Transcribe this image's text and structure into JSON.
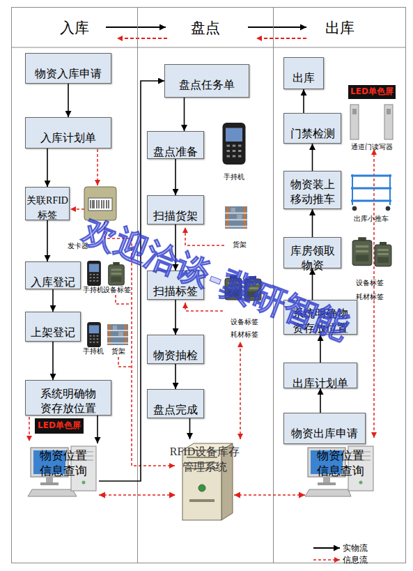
{
  "diagram": {
    "nodes": [
      {
        "text": [
          "入库"
        ]
      },
      {
        "text": [
          "盘点"
        ]
      },
      {
        "text": [
          "出库"
        ]
      },
      {
        "text": [
          "物资入库申请"
        ],
        "in": 0
      },
      {
        "text": [
          "入库计划单"
        ],
        "in": 0
      },
      {
        "text": [
          "关联RFID 标签"
        ],
        "in": 0
      },
      {
        "text": [
          "入库登记"
        ],
        "in": 0
      },
      {
        "text": [
          "上架登记"
        ],
        "in": 0
      },
      {
        "text": [
          "系统明确物 资存放位置"
        ],
        "in": 0
      },
      {
        "text": [
          "物资位置 信息查询"
        ],
        "in": 0
      },
      {
        "text": [
          "盘点任务单"
        ],
        "in": 1
      },
      {
        "text": [
          "盘点准备"
        ],
        "in": 1
      },
      {
        "text": [
          "扫描货架"
        ],
        "in": 1
      },
      {
        "text": [
          "扫描标签"
        ],
        "in": 1
      },
      {
        "text": [
          "物资抽检"
        ],
        "in": 1
      },
      {
        "text": [
          "盘点完成"
        ],
        "in": 1
      },
      {
        "text": [
          "RFID设备库存 管理系统"
        ],
        "in": 1
      },
      {
        "text": [
          "出库"
        ],
        "in": 2
      },
      {
        "text": [
          "门禁检测"
        ],
        "in": 2
      },
      {
        "text": [
          "物资装上 移动推车"
        ],
        "in": 2
      },
      {
        "text": [
          "库房领取 物资"
        ],
        "in": 2
      },
      {
        "text": [
          "系统明确物 资存放位置"
        ],
        "in": 2
      },
      {
        "text": [
          "出库计划单"
        ],
        "in": 2
      },
      {
        "text": [
          "物资出库申请"
        ],
        "in": 2
      },
      {
        "text": [
          "物资位置 信息查询"
        ],
        "in": 2
      }
    ],
    "edges": [
      {
        "from": 3,
        "to": 4,
        "arrow": "to"
      },
      {
        "from": 4,
        "to": 5,
        "arrow": "to"
      },
      {
        "from": 5,
        "to": 6,
        "arrow": "to"
      },
      {
        "from": 6,
        "to": 7,
        "arrow": "to"
      },
      {
        "from": 7,
        "to": 8,
        "arrow": "to"
      },
      {
        "from": 8,
        "to": 9,
        "arrow": "to"
      },
      {
        "from": 9,
        "to": 10,
        "arrow": "to"
      },
      {
        "from": 10,
        "to": 11,
        "arrow": "to"
      },
      {
        "from": 11,
        "to": 12,
        "arrow": "to"
      },
      {
        "from": 12,
        "to": 13,
        "arrow": "to"
      },
      {
        "from": 13,
        "to": 14,
        "arrow": "to"
      },
      {
        "from": 14,
        "to": 15,
        "arrow": "to"
      },
      {
        "from": 15,
        "to": 16,
        "arrow": "to"
      },
      {
        "from": 23,
        "to": 22,
        "arrow": "to"
      },
      {
        "from": 22,
        "to": 21,
        "arrow": "to"
      },
      {
        "from": 21,
        "to": 20,
        "arrow": "to"
      },
      {
        "from": 20,
        "to": 19,
        "arrow": "to"
      },
      {
        "from": 19,
        "to": 18,
        "arrow": "to"
      },
      {
        "from": 18,
        "to": 17,
        "arrow": "to"
      },
      {
        "from": 9,
        "to": 16,
        "arrow": "both"
      },
      {
        "from": 16,
        "to": 24,
        "arrow": "both"
      }
    ],
    "labels": [
      "发卡器",
      "手持机",
      "设备标签",
      "手持机",
      "货架",
      "LED单色屏",
      "手持机",
      "货架",
      "设备标签",
      "耗材标签",
      "LED单色屏",
      "通道门读写器",
      "出库小推车",
      "设备标签",
      "耗材标签",
      "欢迎洽谈-冀研智能"
    ],
    "legend": [
      {
        "text": "实物流"
      },
      {
        "text": "信息流"
      }
    ]
  }
}
